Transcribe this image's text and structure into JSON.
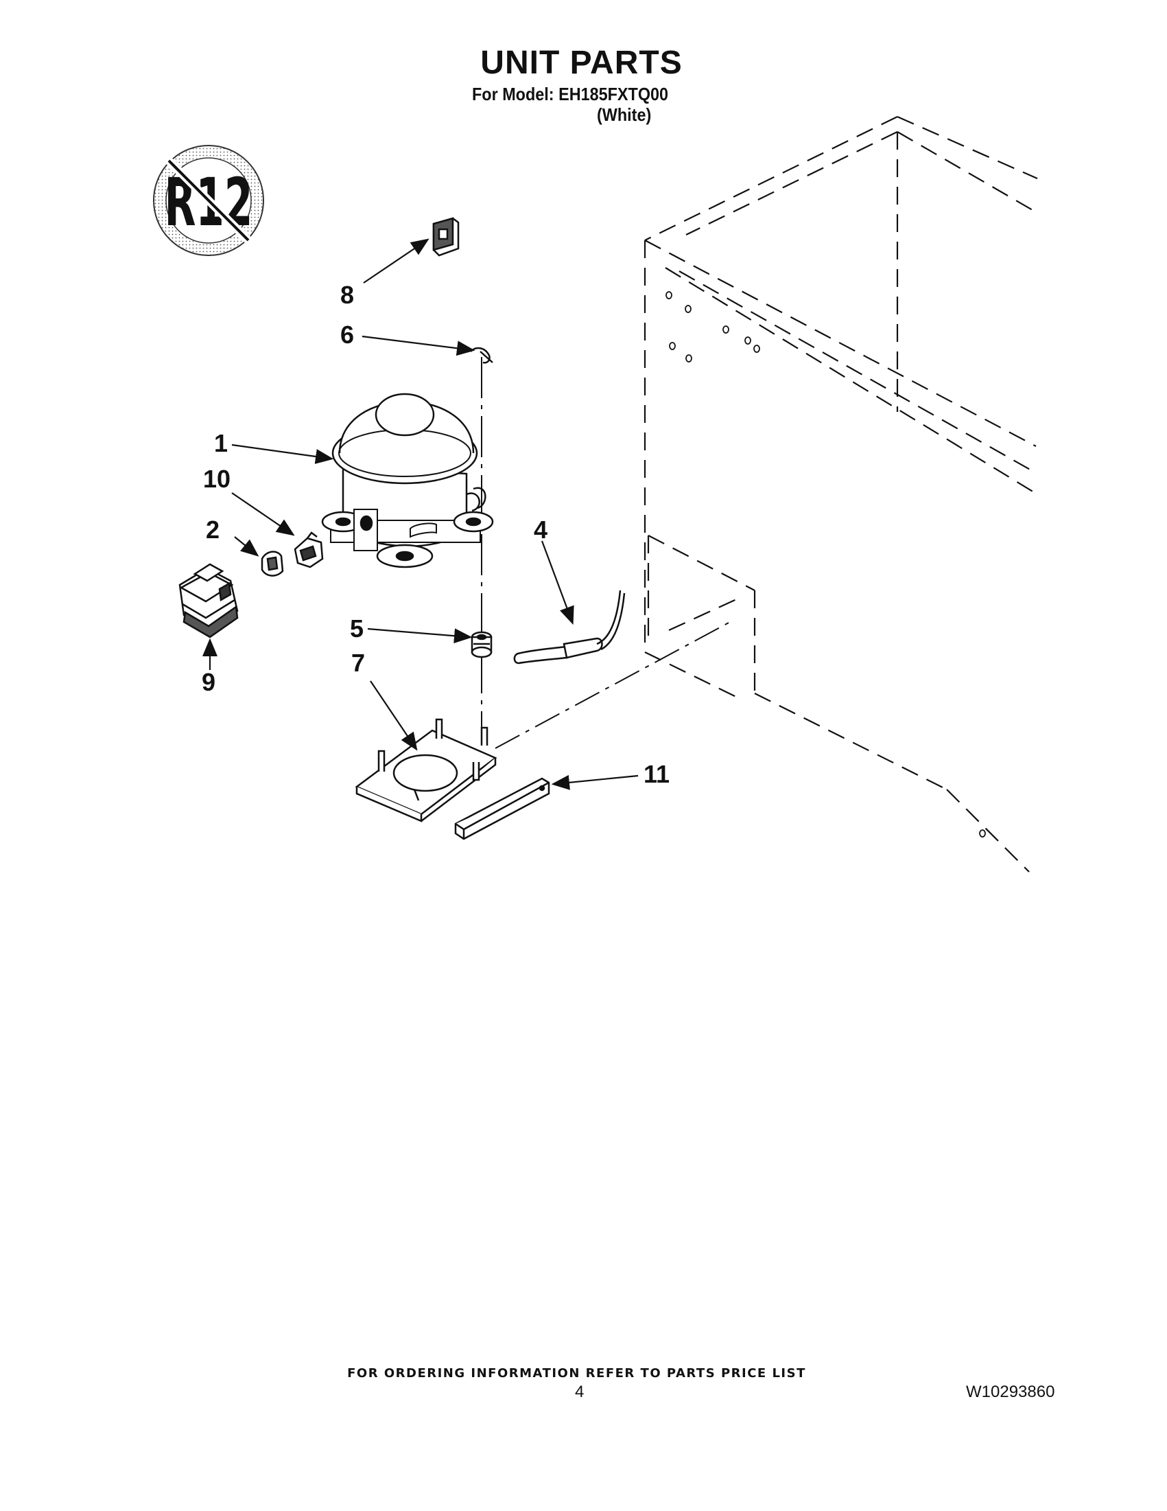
{
  "header": {
    "title": "UNIT PARTS",
    "model_line": "For Model: EH185FXTQ00",
    "color_line": "(White)"
  },
  "badge": {
    "text": "R12",
    "meaning": "no-r12-icon"
  },
  "callouts": [
    "1",
    "2",
    "4",
    "5",
    "6",
    "7",
    "8",
    "9",
    "10",
    "11"
  ],
  "footer": {
    "ordering_note": "FOR ORDERING INFORMATION REFER TO PARTS PRICE LIST",
    "page_number": "4",
    "document_number": "W10293860"
  }
}
